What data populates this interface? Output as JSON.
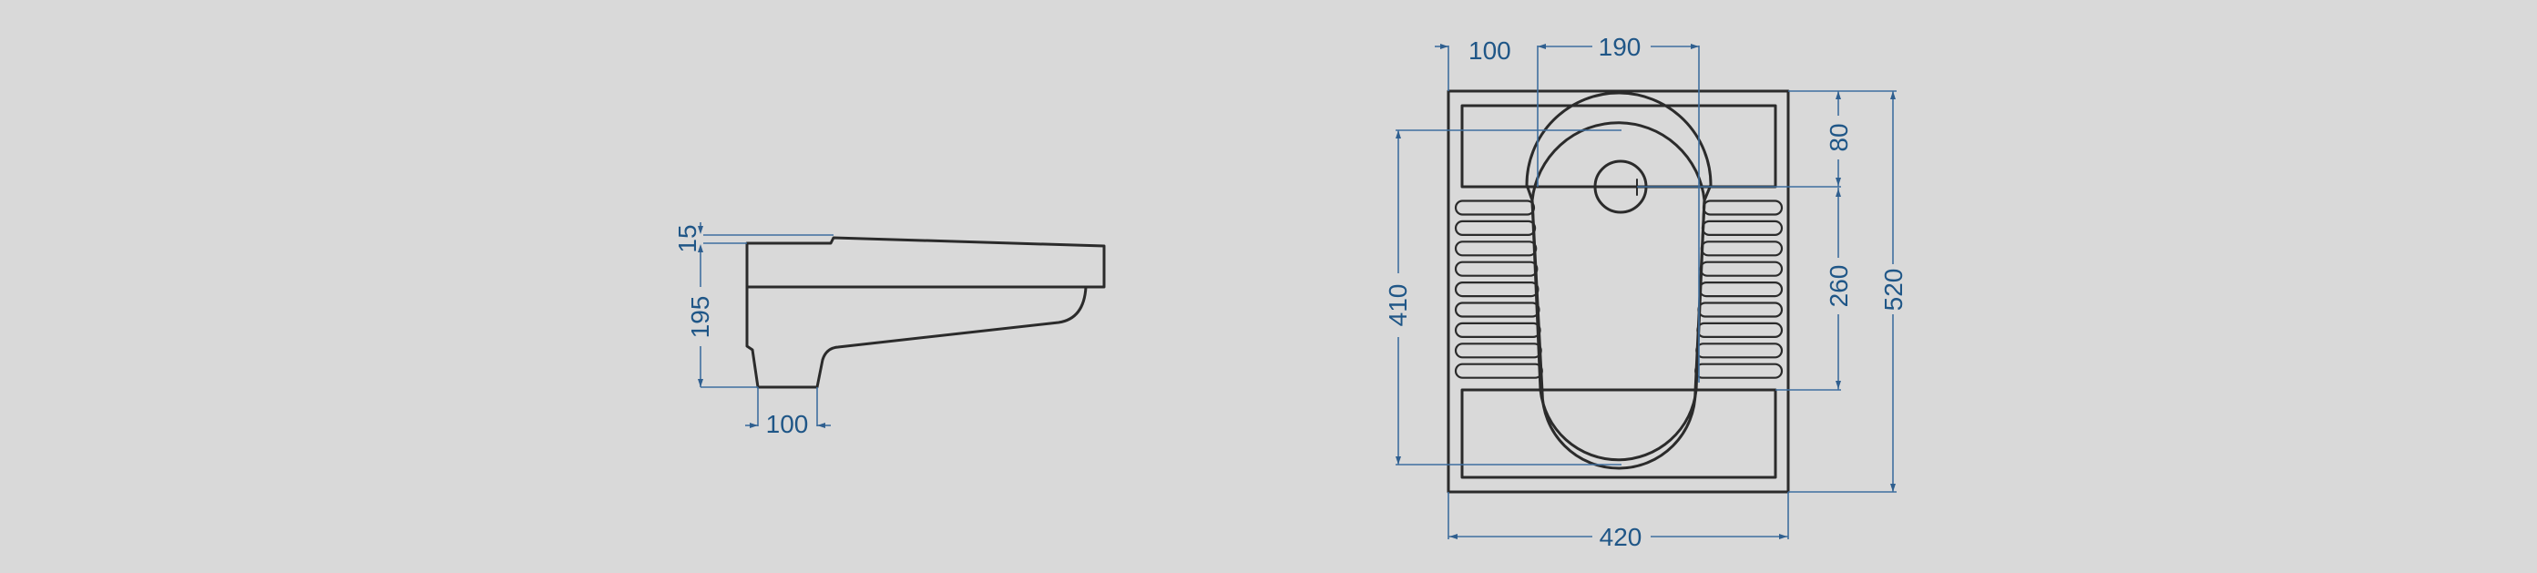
{
  "side_view": {
    "dims": {
      "top_lip": "15",
      "height": "195",
      "base_width": "100"
    }
  },
  "top_view": {
    "dims": {
      "front_offset": "100",
      "opening_width": "190",
      "rim_to_hole": "80",
      "hole_to_front": "260",
      "total_length": "520",
      "bowl_length": "410",
      "total_width": "420"
    }
  },
  "colors": {
    "background": "#d9d9d9",
    "outline": "#2b2b2b",
    "dimension": "#3f6f9f",
    "dimension_text": "#1f5687"
  }
}
